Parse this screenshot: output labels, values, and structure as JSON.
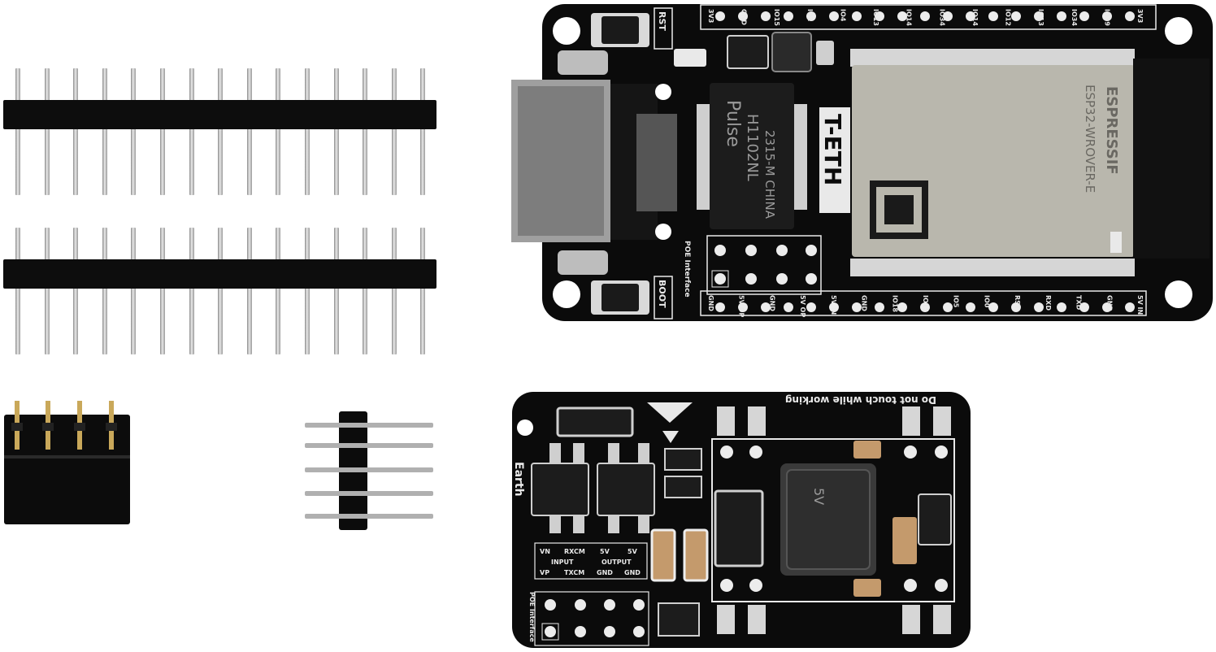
{
  "main_board": {
    "logo": "T-ETH",
    "buttons": {
      "reset": "RST",
      "boot": "BOOT"
    },
    "top_header_labels": [
      "3V3",
      "GND",
      "IO15",
      "IO2",
      "IO4",
      "IO13",
      "IO14",
      "IO34",
      "IO14",
      "IO12",
      "IO13",
      "IO34",
      "IO39",
      "3V3"
    ],
    "bottom_header_labels": [
      "GND",
      "5V OP",
      "GND",
      "5V OP",
      "5V IN",
      "GND",
      "IO18",
      "IO15",
      "IO5",
      "IO0",
      "RST",
      "RXD",
      "TXD",
      "GND",
      "5V IN"
    ],
    "poe_label": "POE Interface",
    "transformer_lines": [
      "Pulse",
      "H1102NL",
      "2315-M CHINA"
    ],
    "module_lines": [
      "ESPRESSIF",
      "ESP32-WROVER-E"
    ]
  },
  "poe_board": {
    "warning": "Do not touch while working",
    "earth_label": "Earth",
    "table": {
      "row1": [
        "VN",
        "RXCM",
        "5V",
        "5V"
      ],
      "row2": [
        "INPUT",
        "OUTPUT"
      ],
      "row3": [
        "VP",
        "TXCM",
        "GND",
        "GND"
      ]
    },
    "inductor_label": "5V",
    "interface_label": "POE Interface"
  },
  "colors": {
    "pcb": "#0b0b0b",
    "silkscreen": "#e9e9e9",
    "module": "#b9b7ad"
  }
}
